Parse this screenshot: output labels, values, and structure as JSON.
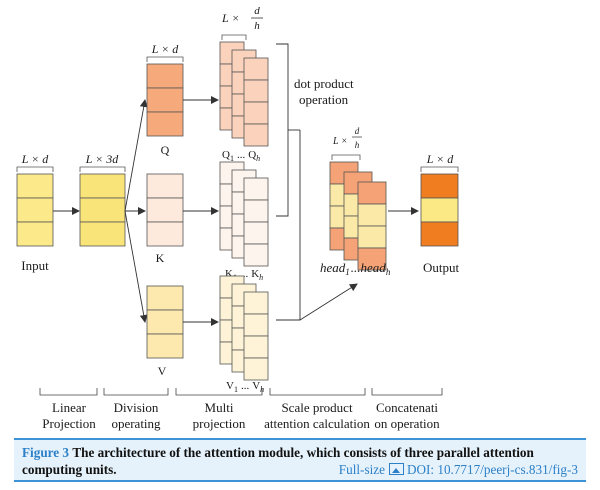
{
  "labels": {
    "l_times_d": "L × d",
    "l_times_3d": "L × 3d",
    "l_times": "L ×",
    "frac_d": "d",
    "frac_h": "h",
    "q": "Q",
    "k": "K",
    "v": "V",
    "q_sub_1": "Q",
    "q_sub_1_idx": "1",
    "q_sub_h": "Q",
    "q_sub_h_idx": "h",
    "k_sub_1": "K",
    "k_sub_1_idx": "1",
    "k_sub_h": "K",
    "k_sub_h_idx": "h",
    "v_sub_1": "V",
    "v_sub_1_idx": "1",
    "v_sub_h": "V",
    "v_sub_h_idx": "h",
    "dots": "...",
    "dot_product_1": "dot product",
    "dot_product_2": "operation",
    "input": "Input",
    "output": "Output",
    "head": "head",
    "head_1_idx": "1",
    "head_h_idx": "h"
  },
  "stages": [
    {
      "line1": "Linear",
      "line2": "Projection"
    },
    {
      "line1": "Division",
      "line2": "operating"
    },
    {
      "line1": "Multi",
      "line2": "projection"
    },
    {
      "line1": "Scale  product",
      "line2": "attention calculation"
    },
    {
      "line1": "Concatenati",
      "line2": "on operation"
    }
  ],
  "colors": {
    "input": "#fbe98a",
    "qkv3": "#f9e47a",
    "q": "#f6a97b",
    "k": "#fdeadd",
    "v": "#fde8ad",
    "heads_q": "#fbd3bc",
    "heads_k": "#fef4ee",
    "heads_v": "#fef3d6",
    "head_dark": "#f4a276",
    "head_light": "#fbe9a7",
    "output_dark": "#f07d20",
    "output_light": "#fbe986",
    "caption_blue": "#2b80c8"
  },
  "caption": {
    "fig_label": "Figure 3",
    "text": "The architecture of the attention module, which consists of three parallel attention computing units.",
    "full_size": "Full-size",
    "doi": "DOI: 10.7717/peerj-cs.831/fig-3"
  }
}
